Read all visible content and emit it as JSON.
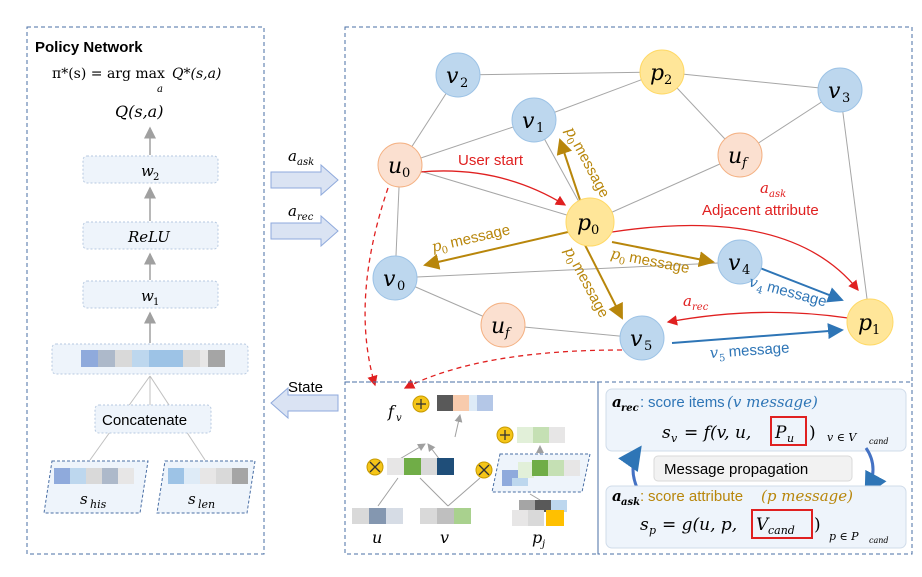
{
  "policy": {
    "title": "Policy Network",
    "formula_lhs": "π*(s) = arg max",
    "formula_sub": "a",
    "formula_rhs": "Q*(s,a)",
    "q_label": "Q(s,a)",
    "w2": "w",
    "w2_sub": "2",
    "relu": "ReLU",
    "w1": "w",
    "w1_sub": "1",
    "concat": "Concatenate",
    "s_his": "s",
    "s_his_sub": "his",
    "s_len": "s",
    "s_len_sub": "len"
  },
  "arrows": {
    "a_ask": "a",
    "a_ask_sub": "ask",
    "a_rec": "a",
    "a_rec_sub": "rec",
    "state": "State"
  },
  "graph": {
    "nodes": {
      "v2": {
        "base": "v",
        "sub": "2"
      },
      "p2": {
        "base": "p",
        "sub": "2"
      },
      "v3": {
        "base": "v",
        "sub": "3"
      },
      "v1": {
        "base": "v",
        "sub": "1"
      },
      "u0": {
        "base": "u",
        "sub": "0"
      },
      "uf_top": {
        "base": "u",
        "sub": "f"
      },
      "p0": {
        "base": "p",
        "sub": "0"
      },
      "v4": {
        "base": "v",
        "sub": "4"
      },
      "v0": {
        "base": "v",
        "sub": "0"
      },
      "uf_bot": {
        "base": "u",
        "sub": "f"
      },
      "v5": {
        "base": "v",
        "sub": "5"
      },
      "p1": {
        "base": "p",
        "sub": "1"
      }
    },
    "labels": {
      "user_start": "User start",
      "a_ask": "a",
      "a_ask_sub": "ask",
      "adjacent": "Adjacent attribute",
      "a_rec": "a",
      "a_rec_sub": "rec",
      "p0_msg_1": "p",
      "p0_msg_sub": "0",
      "message": "message",
      "v4_msg": "v",
      "v4_msg_sub": "4",
      "v5_msg": "v",
      "v5_msg_sub": "5"
    }
  },
  "embedding": {
    "fv": "f",
    "fv_sub": "v",
    "u": "u",
    "v": "v",
    "pj": "p",
    "pj_sub": "j"
  },
  "scores": {
    "rec_head": "a",
    "rec_head_sub": "rec",
    "rec_colon": ":",
    "rec_text": "score items",
    "rec_paren": "(v message)",
    "sv_formula": "s",
    "sv_sub": "v",
    "sv_rhs": "= f(v, u,",
    "pu": "P",
    "pu_sub": "u",
    "sv_close": ")",
    "sv_cond": "v ∈ V",
    "sv_cond_sub": "cand",
    "propagation": "Message propagation",
    "ask_head": "a",
    "ask_head_sub": "ask",
    "ask_colon": ":",
    "ask_text": "score attribute",
    "ask_paren": "(p message)",
    "sp_formula": "s",
    "sp_sub": "p",
    "sp_rhs": "= g(u, p,",
    "vcand": "V",
    "vcand_sub": "cand",
    "sp_close": ")",
    "sp_cond": "p ∈ P",
    "sp_cond_sub": "cand"
  },
  "colors": {
    "item_node": "#bdd7ee",
    "attr_node": "#ffe699",
    "user_node": "#fbe0d0",
    "gold": "#b8860b",
    "red": "#e02020",
    "blue": "#2e75b6",
    "box_border": "#4a6fa5"
  }
}
